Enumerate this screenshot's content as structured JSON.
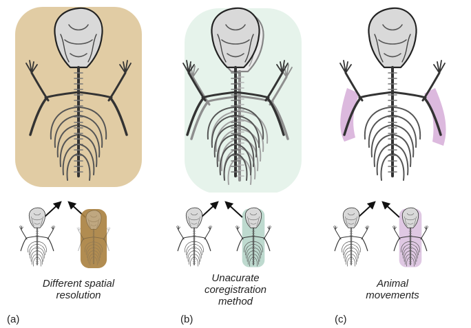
{
  "panels": [
    {
      "tag": "(a)",
      "caption_lines": [
        "Different spatial",
        "resolution"
      ],
      "overlay_color": "#c9a25a",
      "small_right_color": "#a97f3e"
    },
    {
      "tag": "(b)",
      "caption_lines": [
        "Unacurate",
        "coregistration",
        "method"
      ],
      "overlay_color": "#7dbf9c",
      "small_right_color": "#6fae94"
    },
    {
      "tag": "(c)",
      "caption_lines": [
        "Animal",
        "movements"
      ],
      "overlay_color": "#c48ac8",
      "small_right_color": "#b784c0"
    }
  ],
  "skeleton_color": "#9a9a9a"
}
